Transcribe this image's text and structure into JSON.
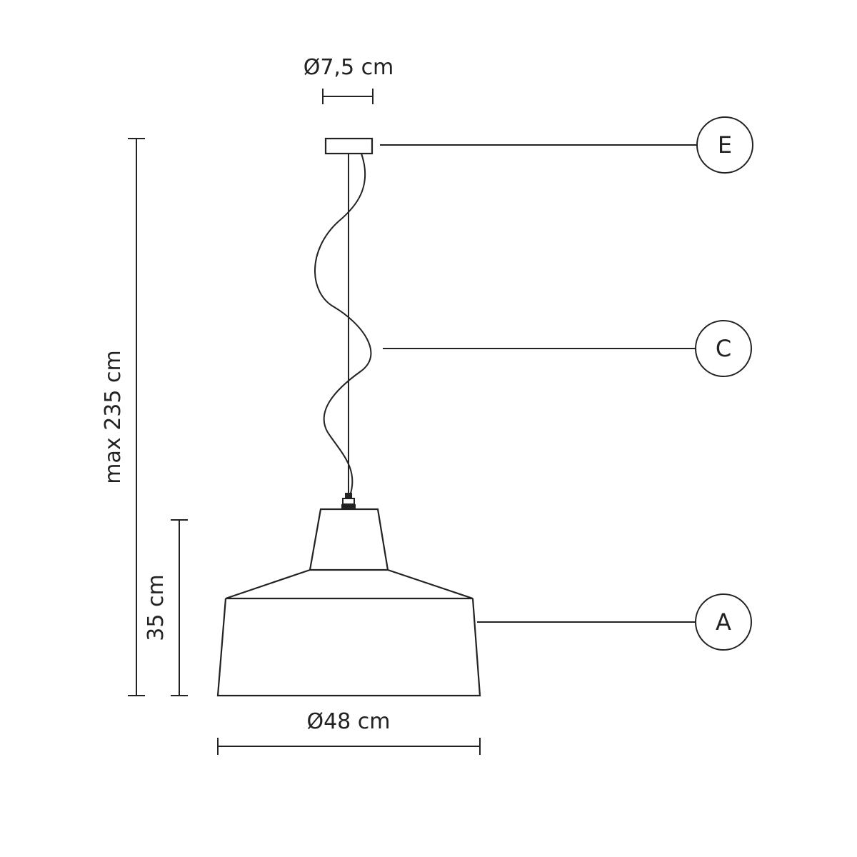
{
  "dimensions": {
    "canopy_diameter": "Ø7,5 cm",
    "max_height": "max 235 cm",
    "shade_height": "35 cm",
    "shade_diameter": "Ø48 cm"
  },
  "callouts": [
    {
      "label": "E",
      "part": "canopy"
    },
    {
      "label": "C",
      "part": "cable"
    },
    {
      "label": "A",
      "part": "shade"
    }
  ],
  "colors": {
    "line": "#222222",
    "background": "#ffffff"
  }
}
